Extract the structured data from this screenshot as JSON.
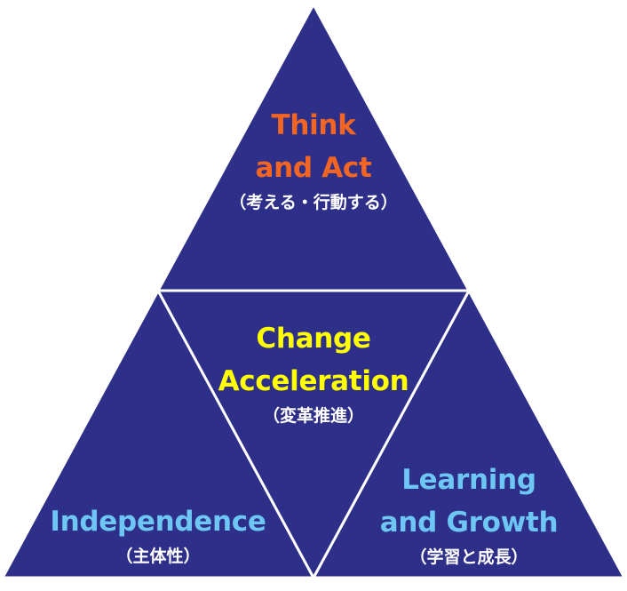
{
  "colors": {
    "triangle_fill": "#2e2f89",
    "divider": "#ffffff",
    "top_text": "#f26522",
    "center_text": "#ffff00",
    "side_text": "#6ec6f5",
    "subtitle_text": "#ffffff"
  },
  "top": {
    "line1": "Think",
    "line2": "and Act",
    "subtitle": "（考える・行動する）"
  },
  "center": {
    "line1": "Change",
    "line2": "Acceleration",
    "subtitle": "（変革推進）"
  },
  "left": {
    "line1": "Independence",
    "subtitle": "（主体性）"
  },
  "right": {
    "line1": "Learning",
    "line2": "and Growth",
    "subtitle": "（学習と成長）"
  }
}
